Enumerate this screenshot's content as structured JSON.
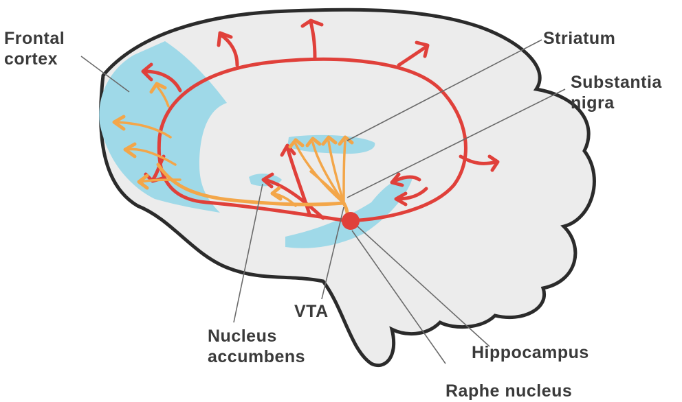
{
  "labels": {
    "frontal_cortex_line1": "Frontal",
    "frontal_cortex_line2": "cortex",
    "striatum": "Striatum",
    "substantia_nigra_line1": "Substantia",
    "substantia_nigra_line2": "nigra",
    "vta": "VTA",
    "nucleus_accumbens_line1": "Nucleus",
    "nucleus_accumbens_line2": "accumbens",
    "hippocampus": "Hippocampus",
    "raphe_nucleus": "Raphe nucleus"
  },
  "colors": {
    "brain_fill": "#ececec",
    "brain_outline": "#2b2b2b",
    "region_highlight": "#9fd9e8",
    "serotonin_pathway": "#e0403a",
    "dopamine_pathway": "#f3a649",
    "raphe_node": "#e0403a",
    "label_text": "#3a3a3a",
    "leader_line": "#6a6a6a"
  }
}
